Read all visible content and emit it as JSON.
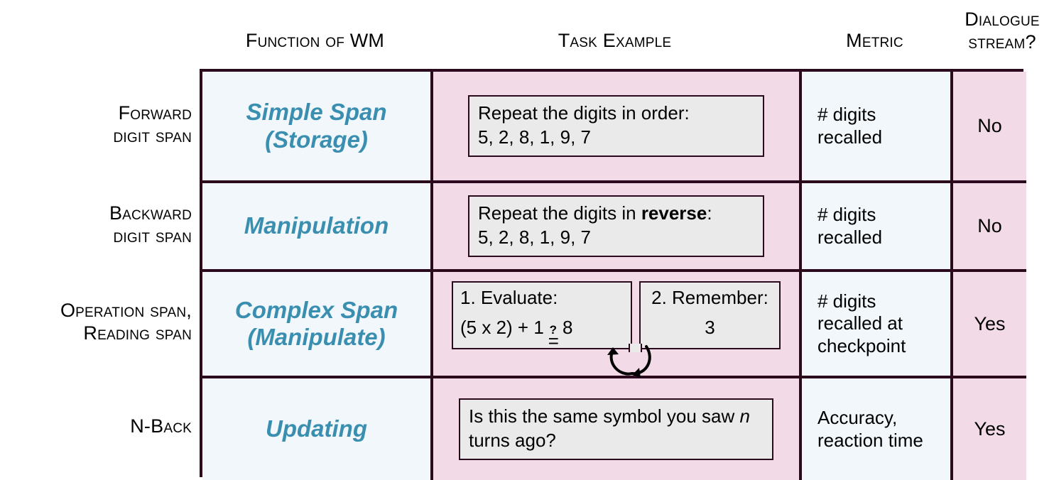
{
  "headers": {
    "function_of_wm": "Function of WM",
    "task_example": "Task Example",
    "metric": "Metric",
    "dialogue_stream_line1": "Dialogue",
    "dialogue_stream_line2": "stream?"
  },
  "colors": {
    "accent_teal": "#3a8fb0",
    "cell_blue": "#f1f7fb",
    "cell_pink": "#f2dae6",
    "box_grey": "#eaeaea",
    "border_dark": "#2b0a1e"
  },
  "rows": [
    {
      "label_line1": "Forward",
      "label_line2": "digit span",
      "function": "Simple Span\n(Storage)",
      "function_line1": "Simple Span",
      "function_line2": "(Storage)",
      "task_line1": "Repeat the digits in order:",
      "task_line2": "5, 2, 8, 1, 9, 7",
      "metric_line1": "# digits",
      "metric_line2": "recalled",
      "dialogue": "No"
    },
    {
      "label_line1": "Backward",
      "label_line2": "digit span",
      "function_line1": "Manipulation",
      "function_line2": "",
      "task_prefix": "Repeat the digits in ",
      "task_bold": "reverse",
      "task_suffix": ":",
      "task_line2": "5, 2, 8, 1, 9, 7",
      "metric_line1": "# digits",
      "metric_line2": "recalled",
      "dialogue": "No"
    },
    {
      "label_line1": "Operation span,",
      "label_line2": "Reading span",
      "function_line1": "Complex Span",
      "function_line2": "(Manipulate)",
      "task_box1_line1": "1. Evaluate:",
      "task_box1_expr_left": "(5 x 2) + 1",
      "task_box1_qmark": "?",
      "task_box1_equals": "=",
      "task_box1_expr_right": "8",
      "task_box2_line1": "2. Remember:",
      "task_box2_line2": "3",
      "metric_line1": "# digits",
      "metric_line2": "recalled at",
      "metric_line3": "checkpoint",
      "dialogue": "Yes"
    },
    {
      "label_line1": "N-Back",
      "label_line2": "",
      "function_line1": "Updating",
      "function_line2": "",
      "task_prefix": "Is this the same symbol you saw ",
      "task_italic": "n",
      "task_line2": "turns ago?",
      "metric_line1": "Accuracy,",
      "metric_line2": "reaction time",
      "dialogue": "Yes"
    }
  ],
  "icons": {
    "loop_arrow": "circular-double-arrow-icon"
  }
}
